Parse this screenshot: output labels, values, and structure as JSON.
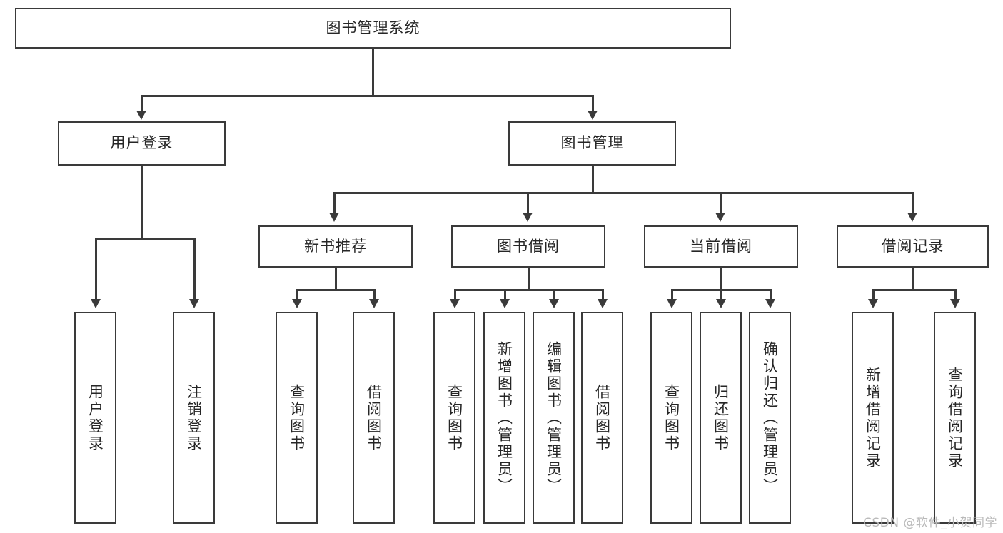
{
  "diagram": {
    "title_node": {
      "label": "图书管理系统"
    },
    "level2": [
      {
        "id": "user-login",
        "label": "用户登录"
      },
      {
        "id": "book-manage",
        "label": "图书管理"
      }
    ],
    "level3": [
      {
        "id": "new-book-rec",
        "label": "新书推荐"
      },
      {
        "id": "book-borrow",
        "label": "图书借阅"
      },
      {
        "id": "current-borrow",
        "label": "当前借阅"
      },
      {
        "id": "borrow-record",
        "label": "借阅记录"
      }
    ],
    "leaves": {
      "user_login": [
        {
          "id": "leaf-user-login",
          "label": "用户登录"
        },
        {
          "id": "leaf-logout-login",
          "label": "注销登录"
        }
      ],
      "new_book_rec": [
        {
          "id": "leaf-query-book-1",
          "label": "查询图书"
        },
        {
          "id": "leaf-borrow-book-1",
          "label": "借阅图书"
        }
      ],
      "book_borrow": [
        {
          "id": "leaf-query-book-2",
          "label": "查询图书"
        },
        {
          "id": "leaf-add-book",
          "label": "新增图书（管理员）"
        },
        {
          "id": "leaf-edit-book",
          "label": "编辑图书（管理员）"
        },
        {
          "id": "leaf-borrow-book-2",
          "label": "借阅图书"
        }
      ],
      "current_borrow": [
        {
          "id": "leaf-query-book-3",
          "label": "查询图书"
        },
        {
          "id": "leaf-return-book",
          "label": "归还图书"
        },
        {
          "id": "leaf-confirm-return",
          "label": "确认归还（管理员）"
        }
      ],
      "borrow_record": [
        {
          "id": "leaf-add-record",
          "label": "新增借阅记录"
        },
        {
          "id": "leaf-query-record",
          "label": "查询借阅记录"
        }
      ]
    }
  },
  "watermark": {
    "text": "CSDN @软件_小贺同学"
  },
  "colors": {
    "stroke": "#3a3a3a",
    "text": "#262626",
    "background": "#ffffff",
    "watermark": "#b9b9b9"
  }
}
